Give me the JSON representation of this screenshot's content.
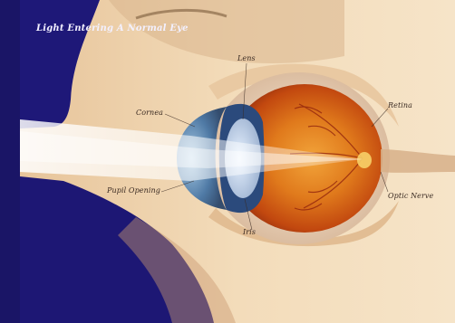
{
  "illustration": {
    "title": "Light Entering A Normal Eye",
    "labels": {
      "lens": "Lens",
      "cornea": "Cornea",
      "retina": "Retina",
      "pupil_opening": "Pupil Opening",
      "optic_nerve": "Optic Nerve",
      "iris": "Iris"
    }
  },
  "colors": {
    "background": "#1b1670",
    "skin": "#f1d5ad",
    "skin_shadow": "#c9a078",
    "eyeball_interior": "#d86a18",
    "retina_edge": "#8a2a10",
    "light_beam": "#ffffff"
  }
}
